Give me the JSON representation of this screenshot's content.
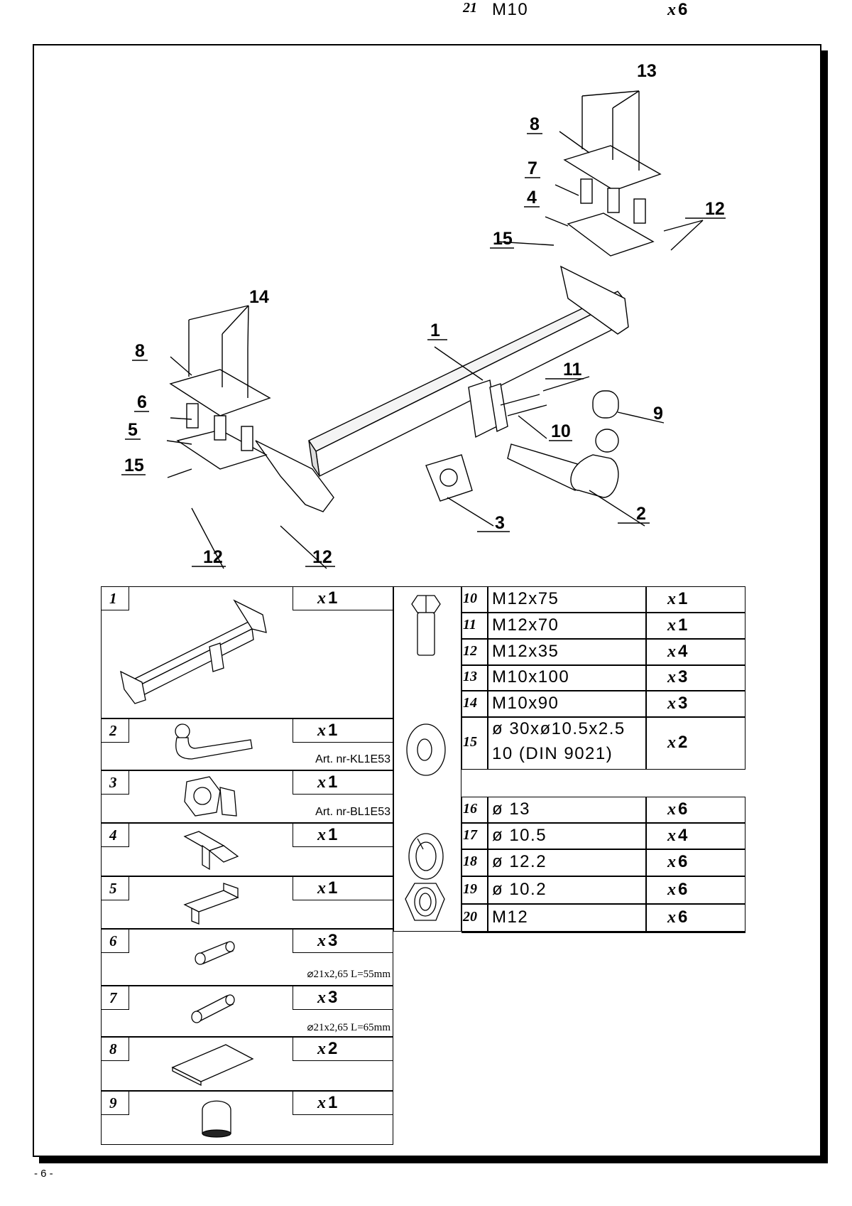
{
  "callouts": [
    "1",
    "2",
    "3",
    "4",
    "5",
    "6",
    "7",
    "8",
    "8",
    "9",
    "10",
    "11",
    "12",
    "12",
    "12",
    "13",
    "14",
    "15",
    "15"
  ],
  "parts_left": [
    {
      "no": "1",
      "qty": "1",
      "note": ""
    },
    {
      "no": "2",
      "qty": "1",
      "note": "Art. nr-KL1E53"
    },
    {
      "no": "3",
      "qty": "1",
      "note": "Art. nr-BL1E53"
    },
    {
      "no": "4",
      "qty": "1",
      "note": ""
    },
    {
      "no": "5",
      "qty": "1",
      "note": ""
    },
    {
      "no": "6",
      "qty": "3",
      "note": "⌀21x2,65  L=55mm"
    },
    {
      "no": "7",
      "qty": "3",
      "note": "⌀21x2,65  L=65mm"
    },
    {
      "no": "8",
      "qty": "2",
      "note": ""
    },
    {
      "no": "9",
      "qty": "1",
      "note": ""
    }
  ],
  "qty_prefix": "x",
  "parts_right": [
    {
      "no": "10",
      "spec": "M12x75",
      "qty": "1"
    },
    {
      "no": "11",
      "spec": "M12x70",
      "qty": "1"
    },
    {
      "no": "12",
      "spec": "M12x35",
      "qty": "4"
    },
    {
      "no": "13",
      "spec": "M10x100",
      "qty": "3"
    },
    {
      "no": "14",
      "spec": "M10x90",
      "qty": "3"
    },
    {
      "no": "15",
      "spec": "ø 30xø10.5x2.5",
      "spec2": "10   (DIN 9021)",
      "qty": "2"
    },
    {
      "no": "16",
      "spec": "ø 13",
      "qty": "6"
    },
    {
      "no": "17",
      "spec": "ø 10.5",
      "qty": "4"
    },
    {
      "no": "18",
      "spec": "ø 12.2",
      "qty": "6"
    },
    {
      "no": "19",
      "spec": "ø 10.2",
      "qty": "6"
    },
    {
      "no": "20",
      "spec": "M12",
      "qty": "6"
    },
    {
      "no": "21",
      "spec": "M10",
      "qty": "6"
    }
  ],
  "page_number": "- 6 -"
}
